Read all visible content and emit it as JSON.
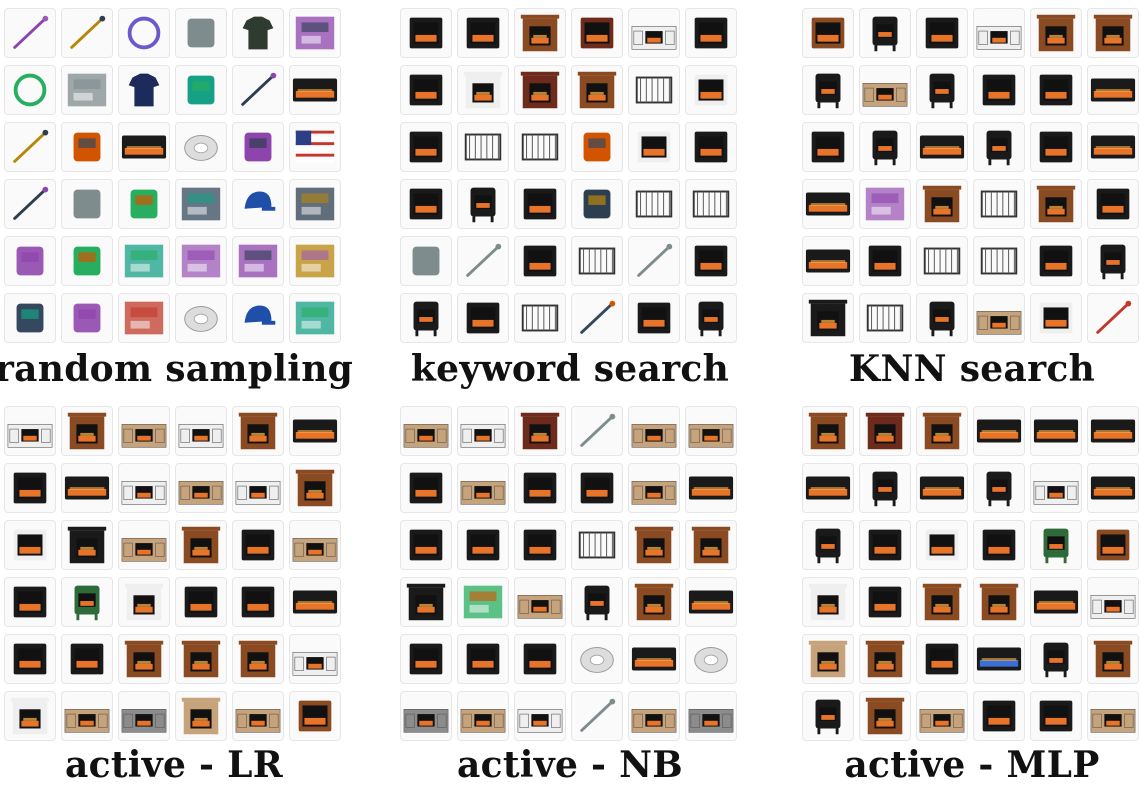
{
  "panels": [
    {
      "label": "random sampling",
      "cells": [
        "tent-stakes",
        "metal-rod",
        "fleur-de-lis",
        "cocktail-shaker",
        "t-shirt",
        "instruction-card",
        "festive-fan",
        "tracing-paper-pack",
        "hoodie",
        "black-case",
        "dangling-thread",
        "wall-calendar",
        "green-lanyard",
        "dart-set",
        "wall-shelf",
        "white-bowl",
        "cream-leaf",
        "flag-dog",
        "product-box",
        "black-shoe",
        "pink-letter-p",
        "doormat",
        "blue-cap",
        "purple-mat",
        "coffee-maker",
        "black-binder",
        "cork-board",
        "sticker-sheet",
        "green-tarp",
        "cardboard-sheets",
        "lamp-shade",
        "plaster-object",
        "floral-fabric",
        "turntable-platter",
        "landscape-print",
        "patterned-rug"
      ]
    },
    {
      "label": "keyword search",
      "cells": [
        "fireplace-shovel",
        "fireplace-insert",
        "wood-fireplace-mantel",
        "cherry-fireplace",
        "white-tv-stand-fireplace",
        "black-electric-fireplace",
        "fireplace-screen",
        "white-mantel-fireplace",
        "cherry-mantel",
        "brick-fireplace",
        "black-fire-pit",
        "white-fireplace",
        "room-fireplace",
        "mesh-screen",
        "round-fire-pit",
        "metal-tray",
        "white-fireplace",
        "fireplace-screen",
        "small-fireplace",
        "stove-heater",
        "fireplace-tools",
        "log-carrier",
        "wood-rack",
        "decorative-screen",
        "black-blower",
        "poker-rod",
        "fireplace-room",
        "metal-grate",
        "caulk-tube",
        "black-fireplace-bar",
        "chiminea",
        "black-fireplace-insert",
        "red-tabletop-fire",
        "cleaner-spray",
        "fireplace-room",
        "chiminea"
      ]
    },
    {
      "label": "KNN search",
      "cells": [
        "wood-fireplace",
        "black-stove-heater",
        "black-electric-fireplace",
        "white-tv-stand-fireplace",
        "wood-fireplace-mantel",
        "brown-mantel",
        "black-stove-heater",
        "tv-stand",
        "black-stove-heater",
        "black-insert",
        "small-black-insert",
        "wall-fireplace",
        "black-insert",
        "black-stove-heater",
        "white-wall-fireplace",
        "black-stove-heater",
        "small-insert",
        "linear-fireplace",
        "wall-fireplace",
        "room-chair",
        "brown-mantel",
        "grill",
        "brick-fireplace",
        "black-insert",
        "white-wall-fireplace",
        "fireplace-screen",
        "dog-crate-table",
        "fire-table",
        "room-fireplace",
        "dark-stove",
        "black-mantel",
        "fire-pit",
        "grill-stove",
        "tv-stand",
        "white-insert",
        "patio-torch"
      ]
    },
    {
      "label": "active - LR",
      "cells": [
        "white-tv-stand-fireplace",
        "wood-fireplace-mantel",
        "tv-stand-fireplace",
        "white-tv-stand-fireplace",
        "wood-mantel",
        "black-wall-fireplace",
        "black-insert",
        "black-curved-fireplace",
        "white-tv-stand-fireplace",
        "tv-stand-fireplace",
        "white-tv-stand-fireplace",
        "brick-corner-fireplace",
        "white-fireplace",
        "dark-mantel",
        "tv-stand-fireplace",
        "wood-mantel",
        "black-insert",
        "tv-stand-fireplace",
        "black-insert",
        "green-stove-heater",
        "white-mantel",
        "black-insert",
        "black-insert",
        "wall-fireplace",
        "black-insert",
        "black-insert",
        "brown-mantel",
        "brown-mantel",
        "brown-mantel",
        "white-tv-stand-fireplace",
        "white-mantel",
        "dark-tv-stand-fireplace",
        "gray-tv-stand-fireplace",
        "stone-fireplace",
        "tv-stand-fireplace",
        "wood-fireplace"
      ]
    },
    {
      "label": "active - NB",
      "cells": [
        "dark-tv-stand-fireplace",
        "white-tv-stand",
        "cherry-mantel",
        "poker-rod",
        "tv-stand-fireplace",
        "black-tv-stand",
        "room-fireplace",
        "tv-stand-fireplace",
        "fireplace-tongs",
        "black-insert",
        "black-tv-stand",
        "black-wall-fireplace",
        "black-insert",
        "black-insert",
        "fireplace-shovel",
        "log-grate",
        "brown-mantel",
        "wood-mantel",
        "dark-mantel",
        "gray-mat",
        "tv-stand",
        "black-stove-heater",
        "brown-mantel",
        "black-curved-fireplace",
        "black-insert",
        "fireplace-screen",
        "black-insert",
        "hex-nut",
        "black-wall-fireplace",
        "glass-vase",
        "gray-tv-stand-fireplace",
        "black-tv-stand",
        "white-tv-stand-fireplace",
        "poker-rod",
        "tv-stand",
        "gray-tv-stand"
      ]
    },
    {
      "label": "active - MLP",
      "cells": [
        "brown-mantel",
        "cherry-mantel",
        "brown-mantel",
        "black-wall-fireplace",
        "black-wall-fireplace",
        "linear-fireplace",
        "black-curved-fireplace",
        "black-stove-heater",
        "linear-fireplace",
        "black-stove-heater",
        "white-tv-stand-fireplace",
        "black-curved-fireplace",
        "dark-stove",
        "black-insert",
        "white-fireplace",
        "blue-flame-fireplace",
        "green-stove-heater",
        "wood-fireplace",
        "white-mantel",
        "black-insert",
        "brown-mantel",
        "brown-mantel",
        "linear-fireplace",
        "white-tv-stand",
        "tan-mantel",
        "brown-mantel",
        "black-insert",
        "blue-linear-fireplace",
        "black-stove-heater",
        "brown-mantel",
        "black-stove-heater",
        "brown-mantel",
        "wood-tv-stand-fireplace",
        "black-insert",
        "log-fireplace",
        "dark-tv-stand"
      ]
    }
  ]
}
